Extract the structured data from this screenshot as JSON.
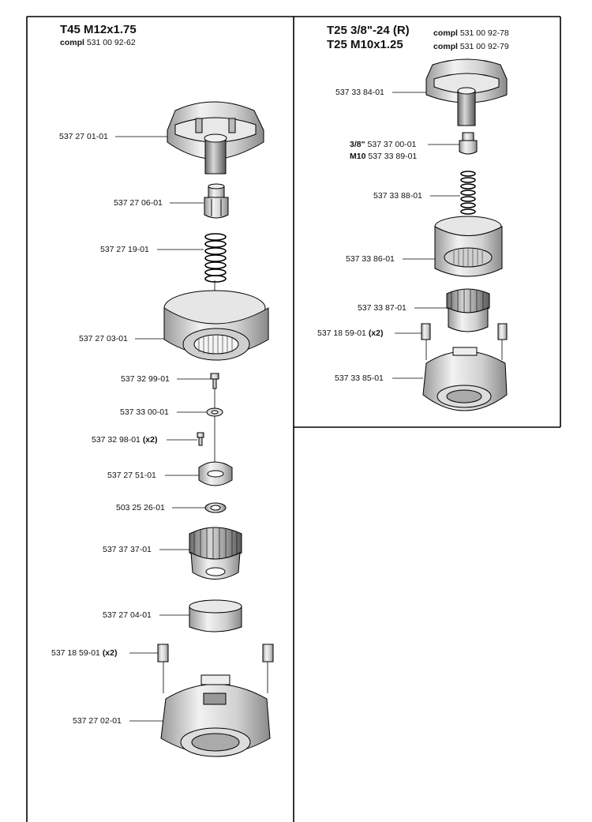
{
  "left": {
    "title": "T45 M12x1.75",
    "compl_label": "compl",
    "compl_number": "531 00 92-62",
    "parts": [
      {
        "number": "537 27 01-01",
        "qty": ""
      },
      {
        "number": "537 27 06-01",
        "qty": ""
      },
      {
        "number": "537 27 19-01",
        "qty": ""
      },
      {
        "number": "537 27 03-01",
        "qty": ""
      },
      {
        "number": "537 32 99-01",
        "qty": ""
      },
      {
        "number": "537 33 00-01",
        "qty": ""
      },
      {
        "number": "537 32 98-01",
        "qty": "(x2)"
      },
      {
        "number": "537 27 51-01",
        "qty": ""
      },
      {
        "number": "503 25 26-01",
        "qty": ""
      },
      {
        "number": "537 37 37-01",
        "qty": ""
      },
      {
        "number": "537 27 04-01",
        "qty": ""
      },
      {
        "number": "537 18 59-01",
        "qty": "(x2)"
      },
      {
        "number": "537 27 02-01",
        "qty": ""
      }
    ]
  },
  "right": {
    "title_line1": "T25 3/8\"-24 (R)",
    "title_line2": "T25 M10x1.25",
    "compl_label": "compl",
    "compl_number_1": "531 00 92-78",
    "compl_number_2": "531 00 92-79",
    "parts": [
      {
        "number": "537 33 84-01",
        "prefix": "",
        "qty": ""
      },
      {
        "number": "537 37 00-01",
        "prefix": "3/8\"",
        "qty": ""
      },
      {
        "number": "537 33 89-01",
        "prefix": "M10",
        "qty": ""
      },
      {
        "number": "537 33 88-01",
        "prefix": "",
        "qty": ""
      },
      {
        "number": "537 33 86-01",
        "prefix": "",
        "qty": ""
      },
      {
        "number": "537 33 87-01",
        "prefix": "",
        "qty": ""
      },
      {
        "number": "537 18 59-01",
        "prefix": "",
        "qty": "(x2)"
      },
      {
        "number": "537 33 85-01",
        "prefix": "",
        "qty": ""
      }
    ]
  }
}
